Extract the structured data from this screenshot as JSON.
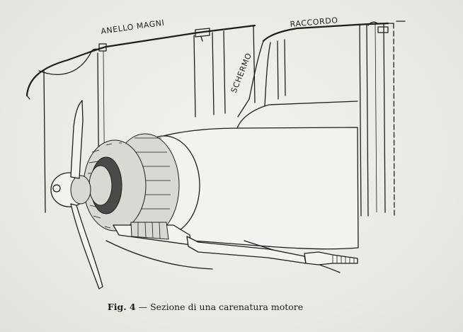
{
  "labels": {
    "anello": "ANELLO MAGNI",
    "schermo": "SCHERMO",
    "raccordo": "RACCORDO"
  },
  "caption": {
    "figure": "Fig. 4",
    "dash": "—",
    "text": "Sezione di una carenatura motore"
  }
}
